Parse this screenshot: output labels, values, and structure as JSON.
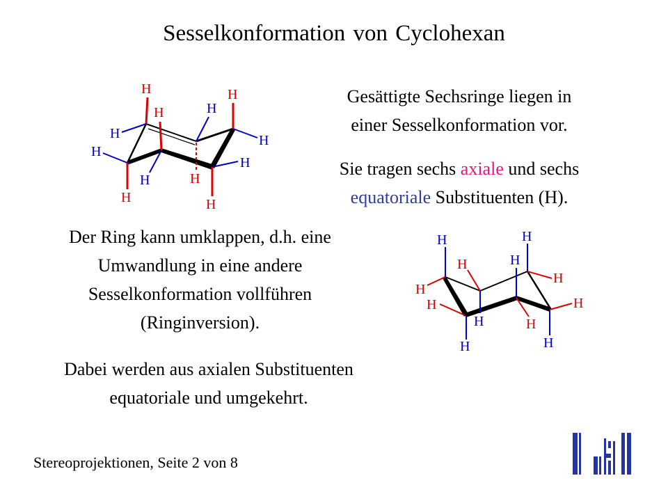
{
  "title": "Sesselkonformation von Cyclohexan",
  "paragraph1": {
    "line1": "Gesättigte Sechsringe liegen in",
    "line2": "einer Sesselkonformation vor."
  },
  "paragraph2": {
    "line1_pre": "Sie tragen sechs ",
    "line1_axial": "axiale",
    "line1_post": " und sechs",
    "line2_equatorial": "equatoriale",
    "line2_post": " Substituenten (H)."
  },
  "paragraph3": {
    "lines": [
      "Der Ring kann umklappen, d.h. eine",
      "Umwandlung in eine andere",
      "Sesselkonformation vollführen",
      "(Ringinversion)."
    ]
  },
  "paragraph4": {
    "lines": [
      "Dabei werden aus axialen Substituenten",
      "equatoriale und umgekehrt."
    ]
  },
  "footer": "Stereoprojektionen, Seite 2 von 8",
  "hydrogen_label": "H",
  "colors": {
    "axial": "#e8157a",
    "equatorial": "#2f3ba8",
    "axial_bond": "#e00000",
    "equatorial_bond": "#0000d0",
    "logo": "#2433a6"
  }
}
